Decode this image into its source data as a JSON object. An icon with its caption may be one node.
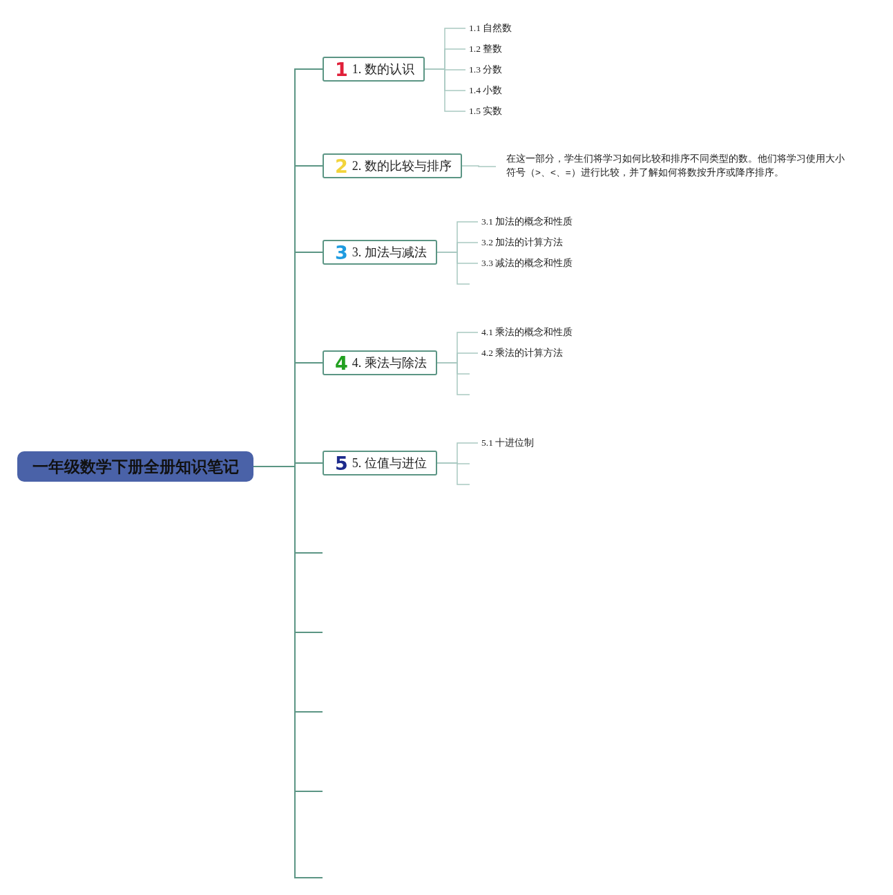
{
  "diagram": {
    "nodes": [
      {
        "text": [
          "一年级数学下册全册知识笔记"
        ]
      },
      {
        "text": [
          "1",
          "1. 数的认识"
        ]
      },
      {
        "text": [
          "1.1 自然数"
        ]
      },
      {
        "text": [
          "1.2 整数"
        ]
      },
      {
        "text": [
          "1.3 分数"
        ]
      },
      {
        "text": [
          "1.4 小数"
        ]
      },
      {
        "text": [
          "1.5 实数"
        ]
      },
      {
        "text": [
          "2",
          "2. 数的比较与排序"
        ]
      },
      {
        "text": [
          "在这一部分，学生们将学习如何比较和排序不同类型的数。他们将学习使用大小符号（>、<、=）进行比较，并了解如何将数按升序或降序排序。"
        ]
      },
      {
        "text": [
          "3",
          "3. 加法与减法"
        ]
      },
      {
        "text": [
          "3.1 加法的概念和性质"
        ]
      },
      {
        "text": [
          "3.2 加法的计算方法"
        ]
      },
      {
        "text": [
          "3.3 减法的概念和性质"
        ]
      },
      {
        "text": [
          "4",
          "4. 乘法与除法"
        ]
      },
      {
        "text": [
          "4.1 乘法的概念和性质"
        ]
      },
      {
        "text": [
          "4.2 乘法的计算方法"
        ]
      },
      {
        "text": [
          "5",
          "5. 位值与进位"
        ]
      },
      {
        "text": [
          "5.1 十进位制"
        ]
      }
    ],
    "edges": [
      {
        "from": 0,
        "to": 1,
        "arrow": "none",
        "color": "#5b9584"
      },
      {
        "from": 0,
        "to": 7,
        "arrow": "none",
        "color": "#5b9584"
      },
      {
        "from": 0,
        "to": 9,
        "arrow": "none",
        "color": "#5b9584"
      },
      {
        "from": 0,
        "to": 13,
        "arrow": "none",
        "color": "#5b9584"
      },
      {
        "from": 0,
        "to": 16,
        "arrow": "none",
        "color": "#5b9584"
      },
      {
        "from": 0,
        "to": null,
        "arrow": "none",
        "color": "#5b9584"
      },
      {
        "from": 0,
        "to": null,
        "arrow": "none",
        "color": "#5b9584"
      },
      {
        "from": 0,
        "to": null,
        "arrow": "none",
        "color": "#5b9584"
      },
      {
        "from": 0,
        "to": null,
        "arrow": "none",
        "color": "#5b9584"
      },
      {
        "from": 0,
        "to": null,
        "arrow": "none",
        "color": "#5b9584"
      },
      {
        "from": 1,
        "to": 2,
        "arrow": "none"
      },
      {
        "from": 1,
        "to": 3,
        "arrow": "none"
      },
      {
        "from": 1,
        "to": 4,
        "arrow": "none"
      },
      {
        "from": 1,
        "to": 5,
        "arrow": "none"
      },
      {
        "from": 1,
        "to": 6,
        "arrow": "none"
      },
      {
        "from": 7,
        "to": 8,
        "arrow": "none"
      },
      {
        "from": 9,
        "to": 10,
        "arrow": "none"
      },
      {
        "from": 9,
        "to": 11,
        "arrow": "none"
      },
      {
        "from": 9,
        "to": 12,
        "arrow": "none"
      },
      {
        "from": 9,
        "to": null,
        "arrow": "none"
      },
      {
        "from": 13,
        "to": 14,
        "arrow": "none"
      },
      {
        "from": 13,
        "to": 15,
        "arrow": "none"
      },
      {
        "from": 13,
        "to": null,
        "arrow": "none"
      },
      {
        "from": 13,
        "to": null,
        "arrow": "none"
      },
      {
        "from": 16,
        "to": 17,
        "arrow": "none"
      },
      {
        "from": 16,
        "to": null,
        "arrow": "none"
      },
      {
        "from": 16,
        "to": null,
        "arrow": "none"
      }
    ]
  }
}
